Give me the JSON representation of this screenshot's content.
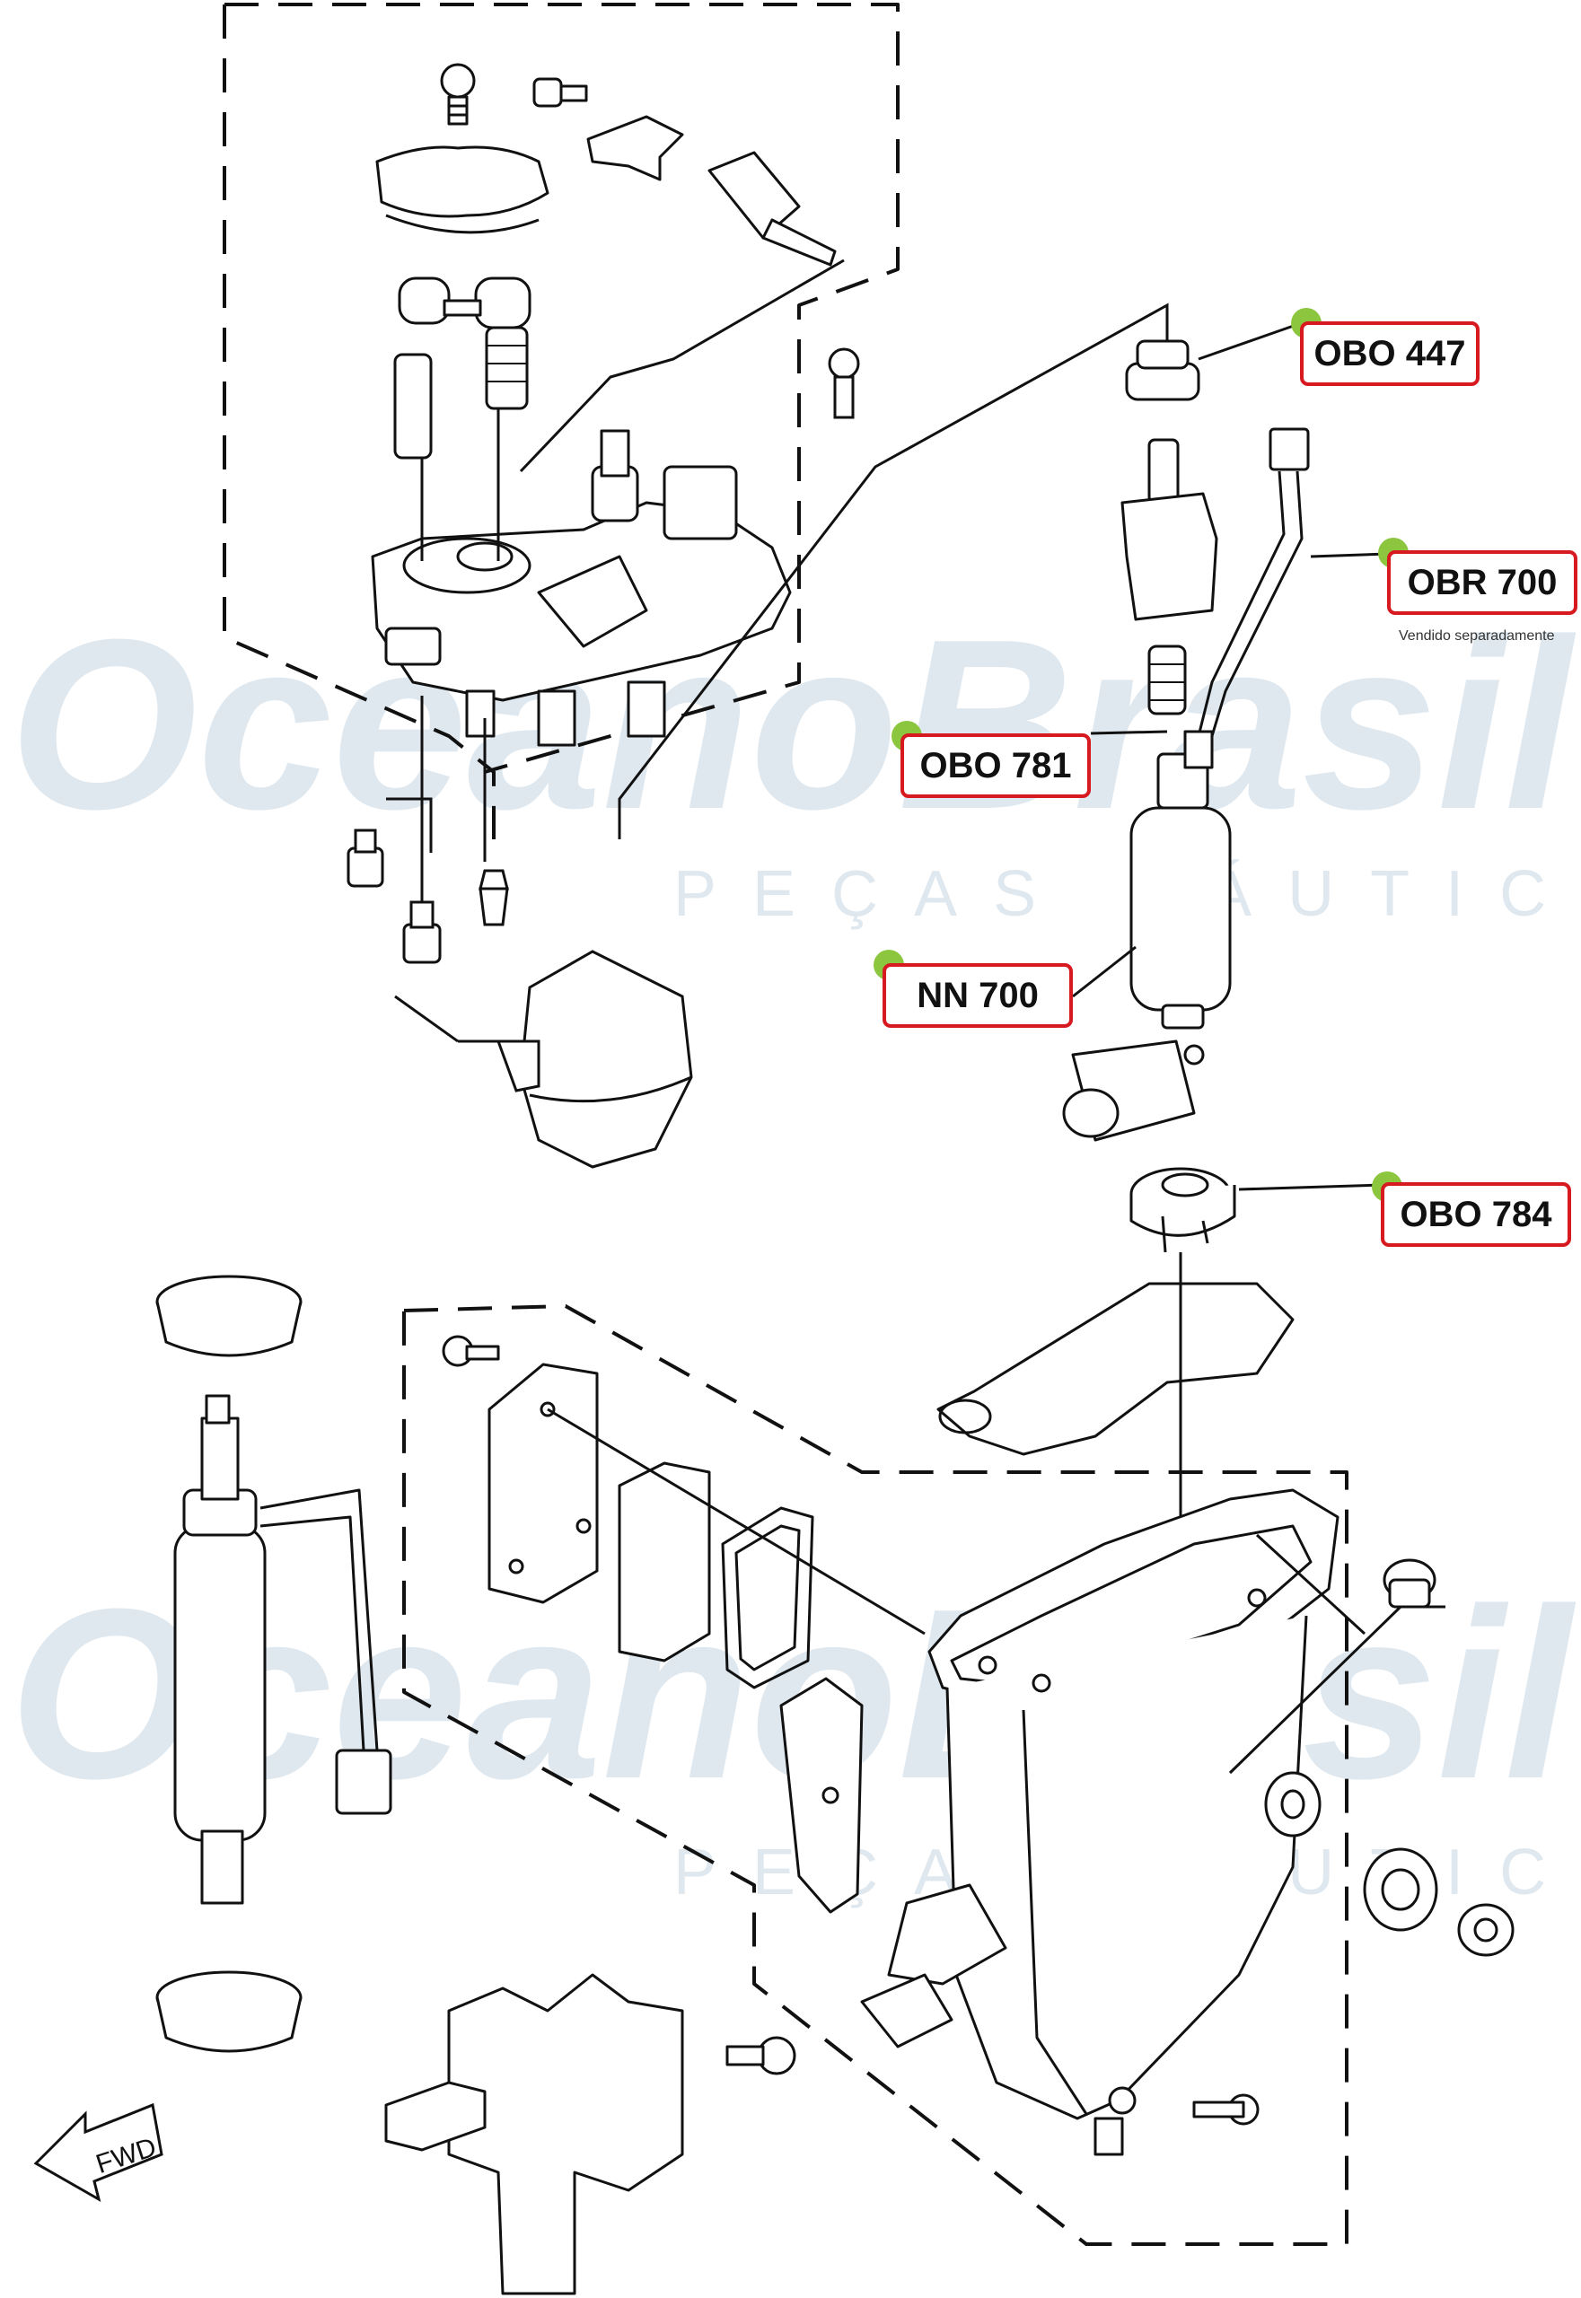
{
  "watermark": {
    "brand": "OceanoBrasil",
    "tagline": "PEÇAS NÁUTICAS",
    "color": "#dce6ee"
  },
  "labels": [
    {
      "id": "obo447",
      "text": "OBO 447"
    },
    {
      "id": "obr700",
      "text": "OBR 700",
      "note": "Vendido separadamente"
    },
    {
      "id": "obo781",
      "text": "OBO 781"
    },
    {
      "id": "nn700",
      "text": "NN 700"
    },
    {
      "id": "obo784",
      "text": "OBO 784"
    }
  ],
  "fwd_arrow": {
    "text": "FWD"
  },
  "colors": {
    "label_border": "#d71920",
    "label_dot": "#8cc63f",
    "line_art": "#111111"
  }
}
